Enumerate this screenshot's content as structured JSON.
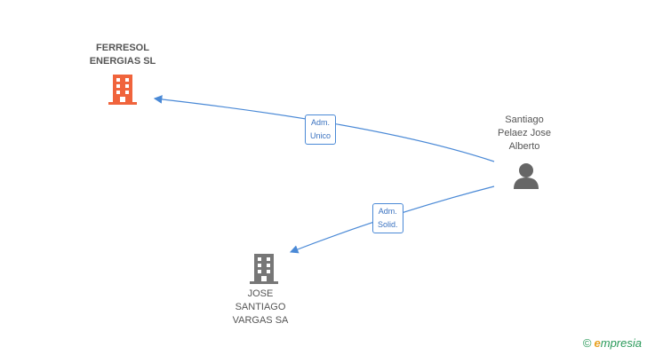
{
  "nodes": {
    "ferresol": {
      "lines": [
        "FERRESOL",
        "ENERGIAS SL"
      ],
      "icon": "building-icon",
      "color": "#f0643c"
    },
    "santiago": {
      "lines": [
        "Santiago",
        "Pelaez Jose",
        "Alberto"
      ],
      "icon": "person-icon",
      "color": "#666666"
    },
    "jose": {
      "lines": [
        "JOSE",
        "SANTIAGO",
        "VARGAS SA"
      ],
      "icon": "building-icon",
      "color": "#777777"
    }
  },
  "edges": {
    "adm_unico": {
      "lines": [
        "Adm.",
        "Unico"
      ],
      "color": "#4a89d6"
    },
    "adm_solid": {
      "lines": [
        "Adm.",
        "Solid."
      ],
      "color": "#4a89d6"
    }
  },
  "brand": {
    "copyright": "©",
    "first_letter": "e",
    "rest": "mpresia"
  }
}
